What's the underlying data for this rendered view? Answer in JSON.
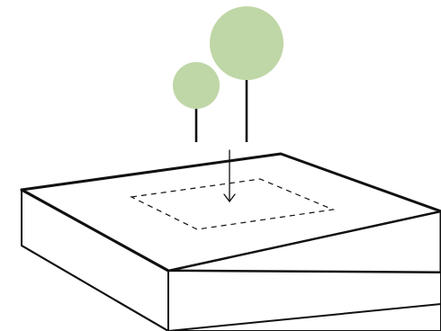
{
  "diagram": {
    "subject": "tree-placement-on-site-plot",
    "colors": {
      "background": "#ffffff",
      "stroke": "#111111",
      "tree_canopy": "#bfd6a6"
    },
    "elements": {
      "site_block": {
        "role": "3d-ground-plot"
      },
      "placement_zone": {
        "role": "dashed-target-area"
      },
      "insert_arrow": {
        "role": "downward-placement-arrow"
      },
      "tree_small": {
        "role": "small-tree"
      },
      "tree_large": {
        "role": "large-tree"
      }
    }
  }
}
